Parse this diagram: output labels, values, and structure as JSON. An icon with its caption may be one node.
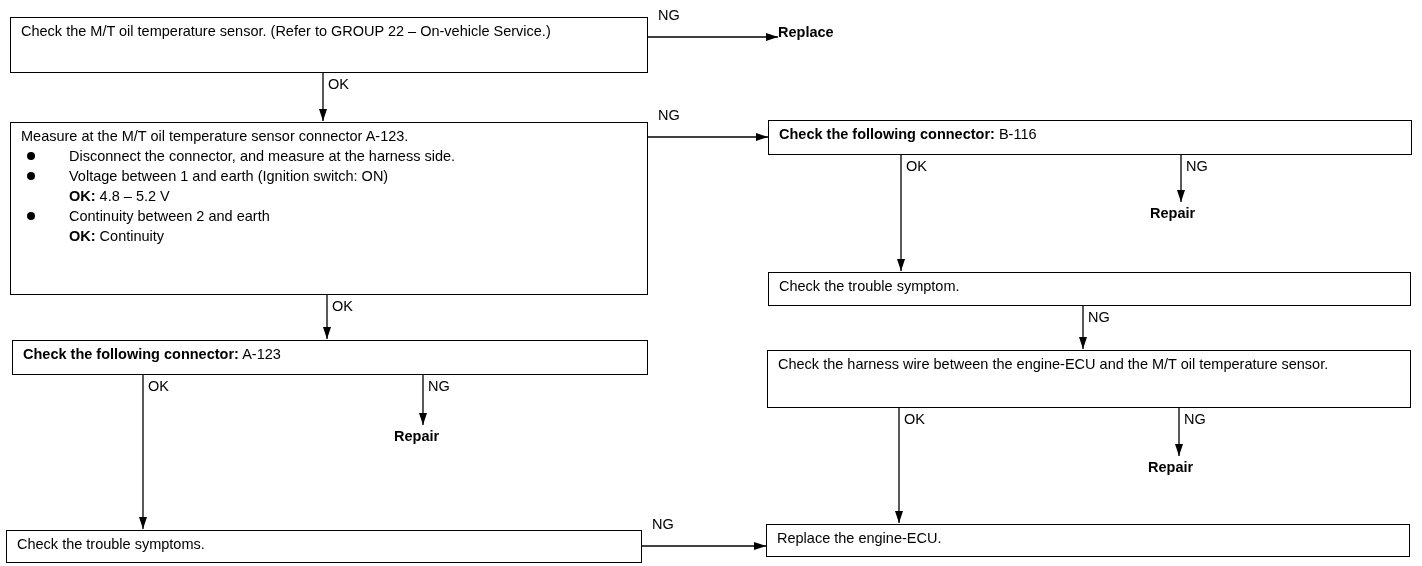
{
  "diagram": {
    "nodes": [
      {
        "text": [
          "Check the M/T oil temperature sensor. (Refer to GROUP 22 – On-vehicle Service.)"
        ]
      },
      {
        "text": [
          "Replace"
        ]
      },
      {
        "text": [
          "Measure at the M/T oil temperature sensor connector A-123.",
          "Disconnect the connector, and measure at the harness side.",
          "Voltage between 1 and earth (Ignition switch: ON)",
          "**OK:** 4.8 – 5.2 V",
          "Continuity between 2 and earth",
          "**OK:** Continuity"
        ]
      },
      {
        "text": [
          "**Check the following connector:** A-123"
        ]
      },
      {
        "text": [
          "Repair"
        ]
      },
      {
        "text": [
          "Check the trouble symptoms."
        ]
      },
      {
        "text": [
          "**Check the following connector:** B-116"
        ]
      },
      {
        "text": [
          "Repair"
        ]
      },
      {
        "text": [
          "Check the trouble symptom."
        ]
      },
      {
        "text": [
          "Check the harness wire between the engine-ECU and the M/T oil temperature sensor."
        ]
      },
      {
        "text": [
          "Repair"
        ]
      },
      {
        "text": [
          "Replace the engine-ECU."
        ]
      }
    ],
    "edges": [
      {
        "from": 0,
        "to": 1,
        "arrow": "to",
        "label": "NG"
      },
      {
        "from": 0,
        "to": 2,
        "arrow": "to",
        "label": "OK"
      },
      {
        "from": 2,
        "to": 6,
        "arrow": "to",
        "label": "NG"
      },
      {
        "from": 2,
        "to": 3,
        "arrow": "to",
        "label": "OK"
      },
      {
        "from": 3,
        "to": 4,
        "arrow": "to",
        "label": "NG"
      },
      {
        "from": 3,
        "to": 5,
        "arrow": "to",
        "label": "OK"
      },
      {
        "from": 5,
        "to": 11,
        "arrow": "to",
        "label": "NG"
      },
      {
        "from": 6,
        "to": 7,
        "arrow": "to",
        "label": "NG"
      },
      {
        "from": 6,
        "to": 8,
        "arrow": "to",
        "label": "OK"
      },
      {
        "from": 8,
        "to": 9,
        "arrow": "to",
        "label": "NG"
      },
      {
        "from": 9,
        "to": 10,
        "arrow": "to",
        "label": "NG"
      },
      {
        "from": 9,
        "to": 11,
        "arrow": "to",
        "label": "OK"
      }
    ]
  }
}
